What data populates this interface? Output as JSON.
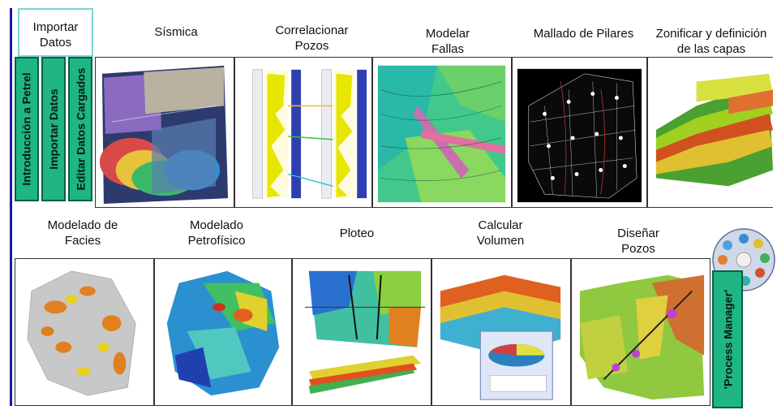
{
  "header": {
    "importar": "Importar\nDatos",
    "sismica": "Sísmica",
    "correlacionar": "Correlacionar\nPozos",
    "modelar_fallas": "Modelar\nFallas",
    "mallado": "Mallado de Pilares",
    "zonificar": "Zonificar y definición\nde las capas",
    "facies": "Modelado de\nFacies",
    "petrofisico": "Modelado\nPetrofísico",
    "ploteo": "Ploteo",
    "volumen": "Calcular\nVolumen",
    "disenar": "Diseñar\nPozos"
  },
  "tabs": {
    "introduccion": "Introducción a Petrel",
    "importar": "Importar Datos",
    "editar": "Editar Datos Cargados",
    "process_manager": "'Process Manager'"
  },
  "colors": {
    "tab_green": "#1fb585",
    "tab_border": "#0a5f45",
    "frame_blue": "#1a1aa0"
  }
}
